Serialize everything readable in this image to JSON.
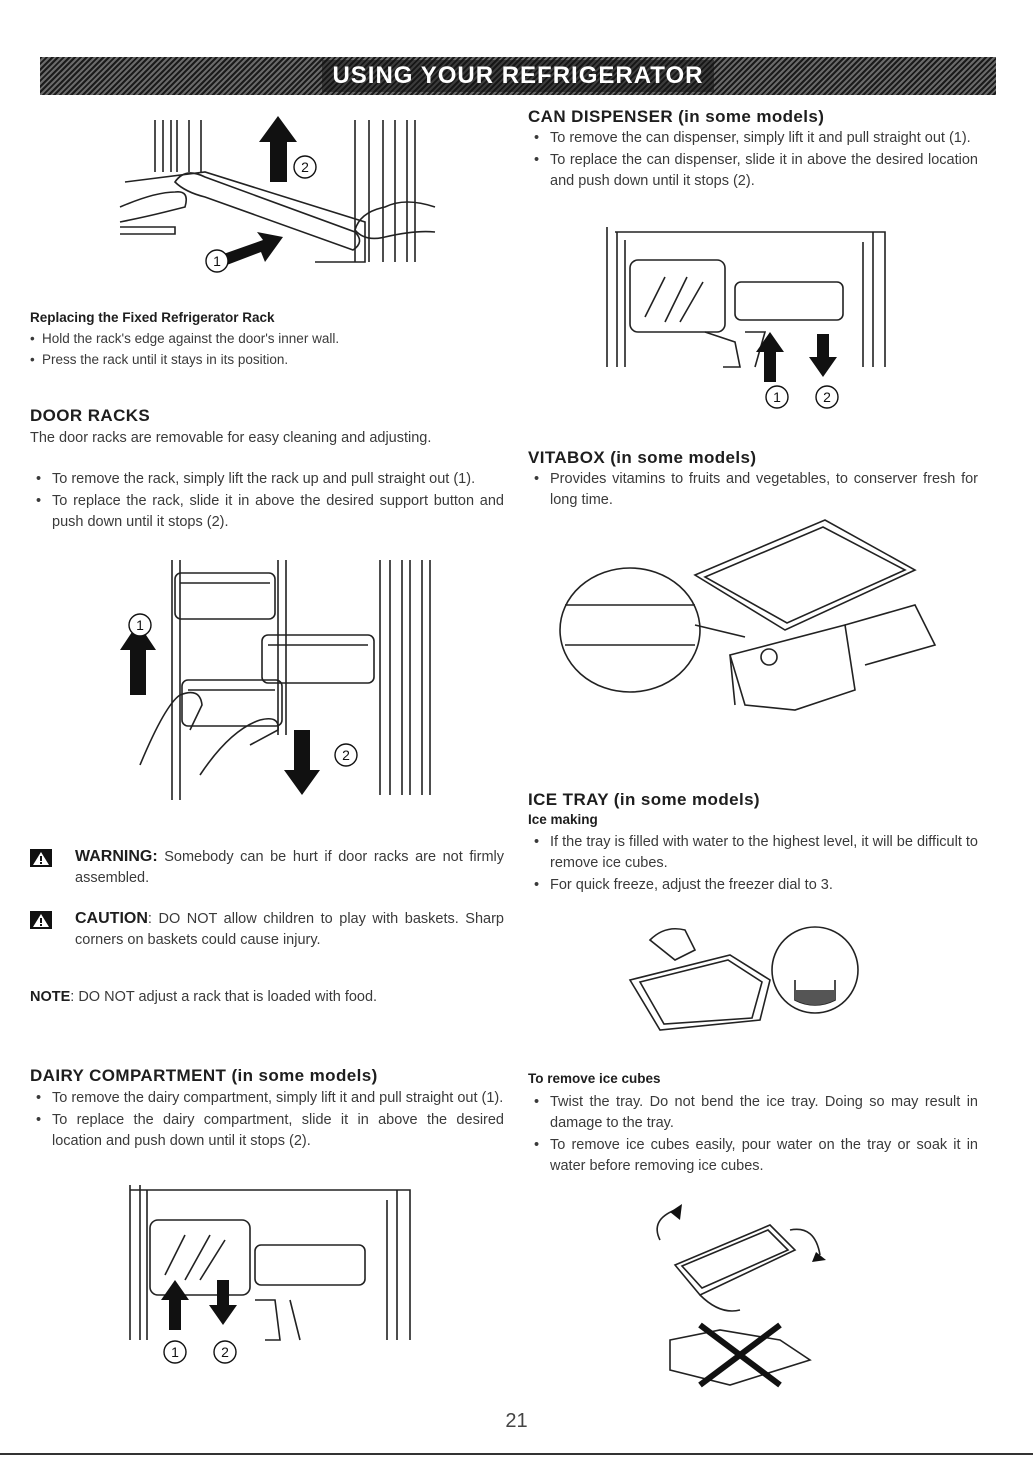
{
  "banner": {
    "title": "USING YOUR REFRIGERATOR"
  },
  "fixed_rack": {
    "title": "Replacing the Fixed Refrigerator Rack",
    "bullets": [
      "Hold the rack's edge against the door's inner wall.",
      "Press the rack until it stays in its position."
    ]
  },
  "door_racks": {
    "title": "DOOR RACKS",
    "intro": "The door racks are removable for easy cleaning and adjusting.",
    "bullets": [
      "To remove the rack, simply lift the rack up and pull straight out (1).",
      "To replace the rack, slide it in above the desired support button and push down until it stops (2)."
    ]
  },
  "warning": {
    "label": "WARNING:",
    "text": " Somebody can be hurt if door racks are not firmly assembled."
  },
  "caution": {
    "label": "CAUTION",
    "text": ": DO NOT allow children to play with baskets. Sharp corners on baskets could cause injury."
  },
  "note": {
    "label": "NOTE",
    "text": ": DO NOT adjust a rack that is loaded with food."
  },
  "dairy": {
    "title": "DAIRY COMPARTMENT (in some models)",
    "bullets": [
      "To remove the dairy compartment, simply lift it and pull straight out (1).",
      "To replace the dairy compartment, slide it in above the desired location and push down until it stops (2)."
    ]
  },
  "can_dispenser": {
    "title": "CAN DISPENSER (in some models)",
    "bullets": [
      "To remove the can dispenser, simply lift it and pull straight out (1).",
      "To replace the can dispenser, slide it in above the desired location and push down until it stops (2)."
    ]
  },
  "vitabox": {
    "title": "VITABOX (in some models)",
    "bullets": [
      "Provides vitamins to fruits and vegetables, to conserver fresh for long time."
    ]
  },
  "ice_tray": {
    "title": "ICE TRAY (in some models)",
    "subtitle": "Ice making",
    "bullets": [
      "If the tray is filled with water to the highest level, it will be difficult to remove ice cubes.",
      "For quick freeze, adjust the freezer dial to 3."
    ]
  },
  "remove_ice": {
    "title": "To remove ice cubes",
    "bullets": [
      "Twist the tray. Do not bend the ice tray. Doing so may result in damage to the tray.",
      "To remove ice cubes easily, pour water on the tray or soak it in water before removing ice cubes."
    ]
  },
  "callouts": {
    "one": "1",
    "two": "2"
  },
  "page_number": "21"
}
